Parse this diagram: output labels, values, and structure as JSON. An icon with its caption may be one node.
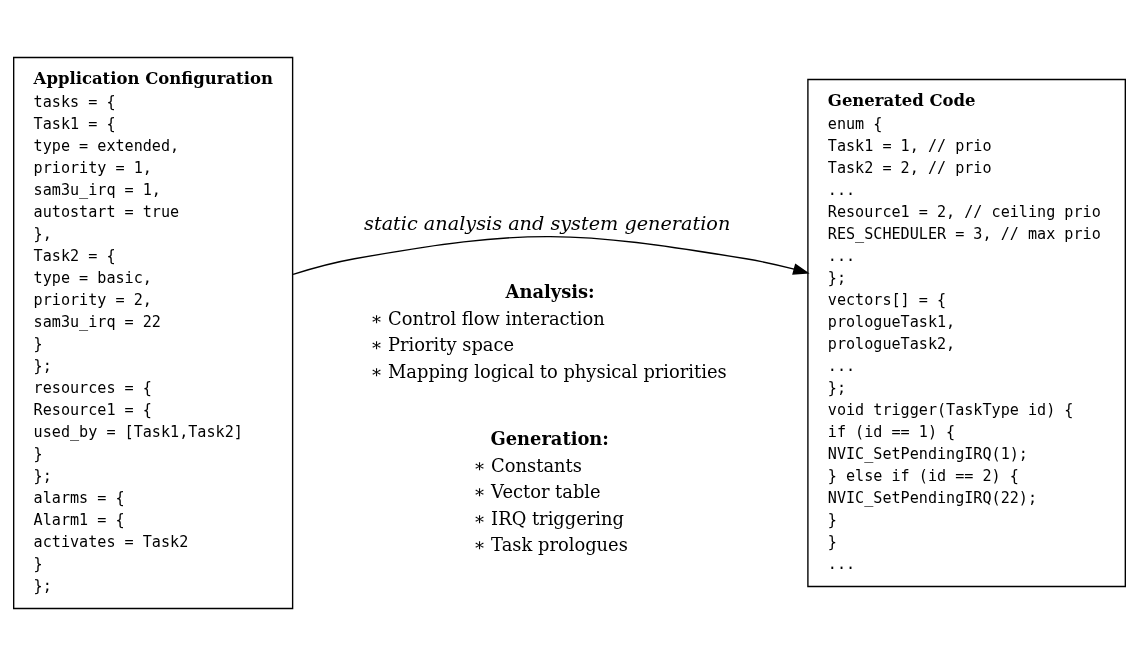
{
  "diagram": {
    "nodes": [
      {
        "text": [
          "Application Configuration",
          "tasks = {",
          "Task1 = {",
          "type = extended,",
          "priority = 1,",
          "sam3u_irq = 1,",
          "autostart = true",
          "},",
          "Task2 = {",
          "type = basic,",
          "priority = 2,",
          "sam3u_irq = 22",
          "}",
          "};",
          "resources = {",
          "Resource1 = {",
          "used_by = [Task1,Task2]",
          "}",
          "};",
          "alarms = {",
          "Alarm1 = {",
          "activates = Task2",
          "}",
          "};"
        ]
      },
      {
        "text": [
          "Generated Code",
          "enum {",
          "Task1 = 1, // prio",
          "Task2 = 2, // prio",
          "...",
          "Resource1 = 2, // ceiling prio",
          "RES_SCHEDULER = 3, // max prio",
          "...",
          "};",
          "vectors[] = {",
          "prologueTask1,",
          "prologueTask2,",
          "...",
          "};",
          "void trigger(TaskType id) {",
          "if (id == 1) {",
          "NVIC_SetPendingIRQ(1);",
          "} else if (id == 2) {",
          "NVIC_SetPendingIRQ(22);",
          "}",
          "}",
          "..."
        ]
      }
    ],
    "edges": [
      {
        "from": 0,
        "to": 1,
        "arrow": "to",
        "label": "static analysis and system generation"
      }
    ],
    "labels": [
      "Analysis:",
      "∗ Control flow interaction",
      "∗ Priority space",
      "∗ Mapping logical to physical priorities",
      "Generation:",
      "∗ Constants",
      "∗ Vector table",
      "∗ IRQ triggering",
      "∗ Task prologues"
    ]
  }
}
